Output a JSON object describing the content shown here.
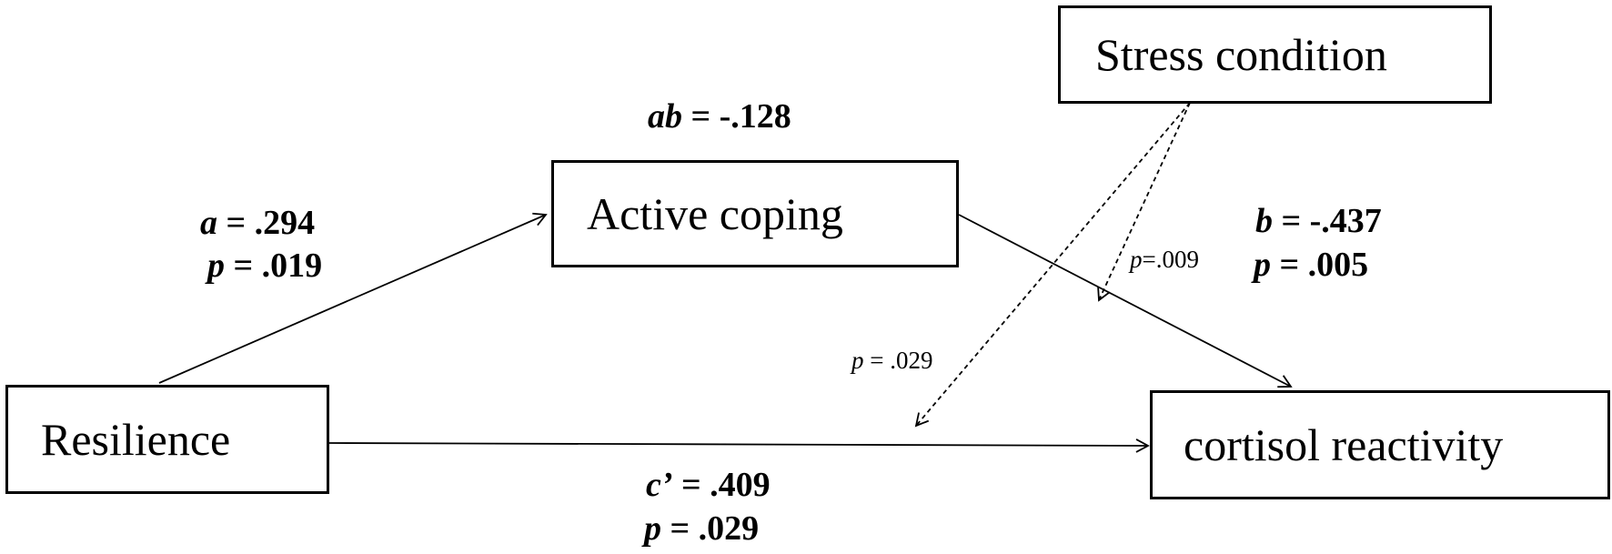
{
  "nodes": {
    "resilience": "Resilience",
    "active_coping": "Active coping",
    "cortisol_reactivity": "cortisol reactivity",
    "stress_condition": "Stress condition"
  },
  "paths": {
    "indirect": {
      "sym": "ab",
      "val": " = -.128"
    },
    "a": {
      "sym": "a",
      "val": " = .294",
      "p_sym": "p",
      "p_val": " = .019"
    },
    "b": {
      "sym": "b",
      "val": " = -.437",
      "p_sym": "p",
      "p_val": " = .005"
    },
    "c_prime": {
      "sym": "c’",
      "val": " = .409",
      "p_sym": "p",
      "p_val": " = .029"
    }
  },
  "moderation": {
    "on_b": {
      "p_sym": "p",
      "p_val": "=.009"
    },
    "on_c_prime": {
      "p_sym": "p",
      "p_val": " = .029"
    }
  },
  "colors": {
    "lines": "#000000",
    "boxes": "#000000",
    "background": "#ffffff"
  }
}
